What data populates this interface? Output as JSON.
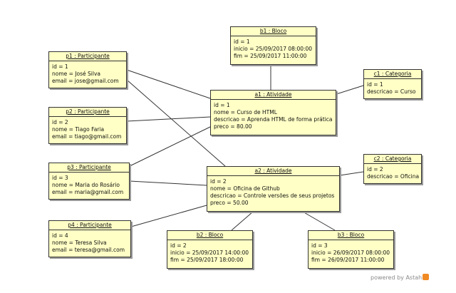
{
  "diagram": {
    "objects": [
      {
        "id": "b1",
        "title": "b1 : Bloco",
        "attrs": [
          "id = 1",
          "inicio = 25/09/2017 08:00:00",
          "fim = 25/09/2017 11:00:00"
        ]
      },
      {
        "id": "p1",
        "title": "p1 : Participante",
        "attrs": [
          "id = 1",
          "nome = José Silva",
          "email = jose@gmail.com"
        ]
      },
      {
        "id": "c1",
        "title": "c1 : Categoria",
        "attrs": [
          "id = 1",
          "descricao = Curso"
        ]
      },
      {
        "id": "a1",
        "title": "a1 : Atividade",
        "attrs": [
          "id = 1",
          "nome = Curso de HTML",
          "descricao = Aprenda HTML de forma prática",
          "preco = 80.00"
        ]
      },
      {
        "id": "p2",
        "title": "p2 : Participante",
        "attrs": [
          "id = 2",
          "nome = Tiago Faria",
          "email = tiago@gmail.com"
        ]
      },
      {
        "id": "c2",
        "title": "c2 : Categoria",
        "attrs": [
          "id = 2",
          "descricao = Oficina"
        ]
      },
      {
        "id": "p3",
        "title": "p3 : Participante",
        "attrs": [
          "id = 3",
          "nome = Maria do Rosário",
          "email = maria@gmail.com"
        ]
      },
      {
        "id": "a2",
        "title": "a2 : Atividade",
        "attrs": [
          "id = 2",
          "nome = Oficina de Github",
          "descricao = Controle versões de seus projetos",
          "preco = 50.00"
        ]
      },
      {
        "id": "p4",
        "title": "p4 : Participante",
        "attrs": [
          "id = 4",
          "nome = Teresa Silva",
          "email = teresa@gmail.com"
        ]
      },
      {
        "id": "b2",
        "title": "b2 : Bloco",
        "attrs": [
          "id = 2",
          "inicio = 25/09/2017 14:00:00",
          "fim = 25/09/2017 18:00:00"
        ]
      },
      {
        "id": "b3",
        "title": "b3 : Bloco",
        "attrs": [
          "id = 3",
          "inicio = 26/09/2017 08:00:00",
          "fim = 26/09/2017 11:00:00"
        ]
      }
    ],
    "links": [
      [
        "p1",
        "a1"
      ],
      [
        "p1",
        "a2"
      ],
      [
        "p2",
        "a1"
      ],
      [
        "p3",
        "a1"
      ],
      [
        "p3",
        "a2"
      ],
      [
        "p4",
        "a2"
      ],
      [
        "b1",
        "a1"
      ],
      [
        "c1",
        "a1"
      ],
      [
        "c2",
        "a2"
      ],
      [
        "b2",
        "a2"
      ],
      [
        "b3",
        "a2"
      ]
    ]
  },
  "watermark": {
    "text": "powered by Astah"
  },
  "colors": {
    "box_fill": "#ffffc6",
    "box_border": "#333333",
    "line": "#333333",
    "logo": "#f08a24"
  }
}
